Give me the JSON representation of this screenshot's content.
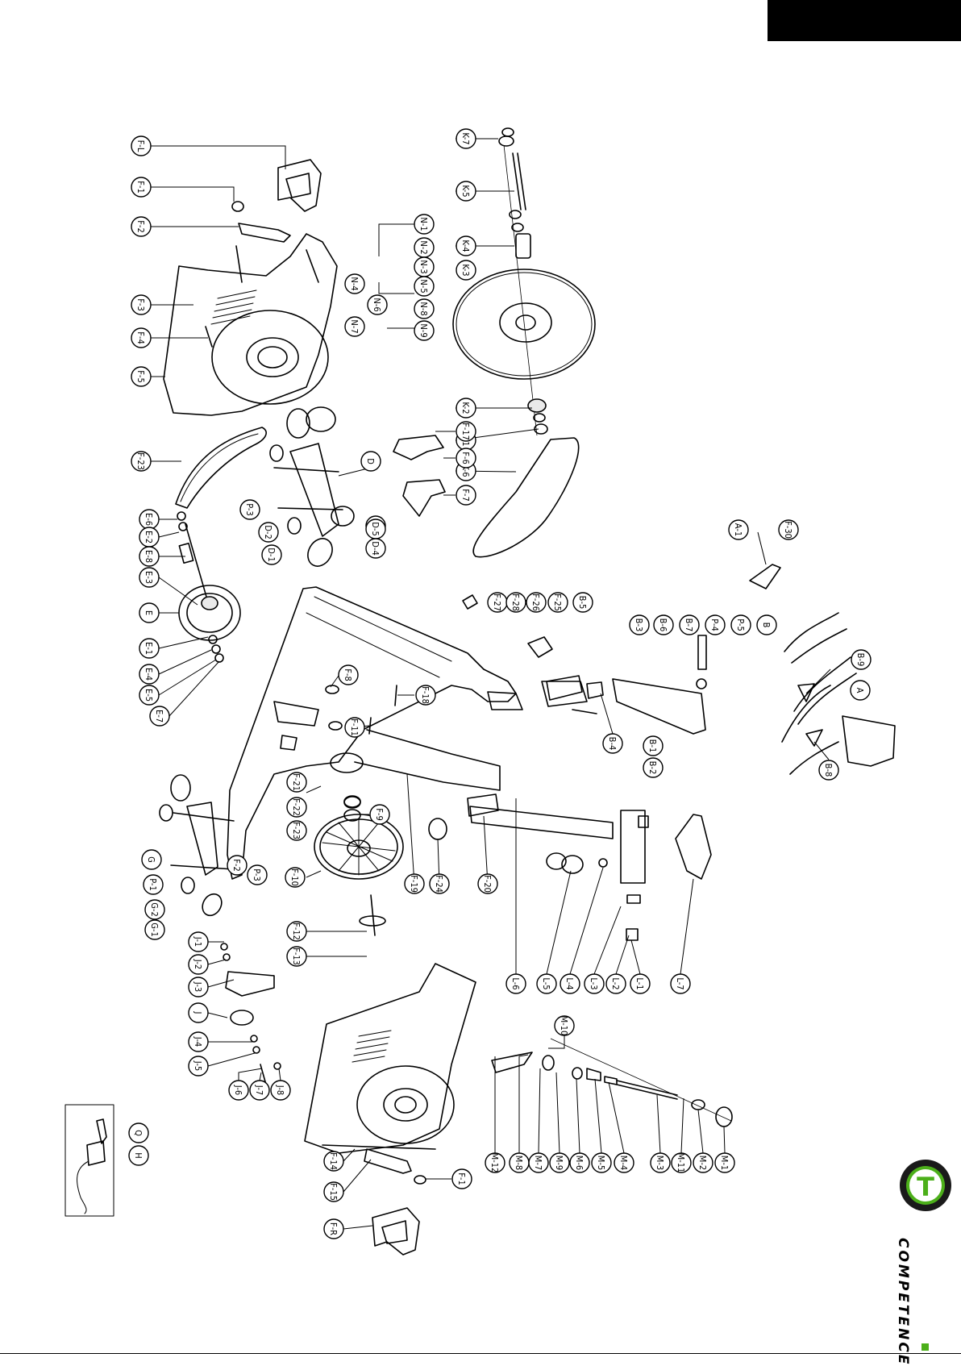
{
  "brand": {
    "logo_letter": "T",
    "name": "COMPETENCE",
    "colors": {
      "green": "#4caf1a",
      "dark": "#1a1a1a"
    }
  },
  "callouts": [
    {
      "label": "F-L"
    },
    {
      "label": "F-1"
    },
    {
      "label": "F-2"
    },
    {
      "label": "F-3"
    },
    {
      "label": "F-4"
    },
    {
      "label": "F-5"
    },
    {
      "label": "F-23"
    },
    {
      "label": "E-6"
    },
    {
      "label": "E-2"
    },
    {
      "label": "E-8"
    },
    {
      "label": "E-3"
    },
    {
      "label": "E"
    },
    {
      "label": "E-1"
    },
    {
      "label": "E-4"
    },
    {
      "label": "E-5"
    },
    {
      "label": "E-7"
    },
    {
      "label": "N-1"
    },
    {
      "label": "N-2"
    },
    {
      "label": "N-3"
    },
    {
      "label": "N-4"
    },
    {
      "label": "N-5"
    },
    {
      "label": "N-6"
    },
    {
      "label": "N-7"
    },
    {
      "label": "N-8"
    },
    {
      "label": "N-9"
    },
    {
      "label": "K-7"
    },
    {
      "label": "K-5"
    },
    {
      "label": "K-4"
    },
    {
      "label": "K-3"
    },
    {
      "label": "K-2"
    },
    {
      "label": "K-1"
    },
    {
      "label": "K-6"
    },
    {
      "label": "F-17"
    },
    {
      "label": "F-6"
    },
    {
      "label": "F-7"
    },
    {
      "label": "D"
    },
    {
      "label": "P-3"
    },
    {
      "label": "D-2"
    },
    {
      "label": "D-1"
    },
    {
      "label": "D-3"
    },
    {
      "label": "D-5"
    },
    {
      "label": "D-4"
    },
    {
      "label": "A-1"
    },
    {
      "label": "F-30"
    },
    {
      "label": "F-27"
    },
    {
      "label": "F-28"
    },
    {
      "label": "F-26"
    },
    {
      "label": "F-25"
    },
    {
      "label": "B-5"
    },
    {
      "label": "B-3"
    },
    {
      "label": "B-6"
    },
    {
      "label": "B-7"
    },
    {
      "label": "P-4"
    },
    {
      "label": "P-5"
    },
    {
      "label": "B"
    },
    {
      "label": "B-9"
    },
    {
      "label": "A"
    },
    {
      "label": "B-8"
    },
    {
      "label": "B-4"
    },
    {
      "label": "B-1"
    },
    {
      "label": "B-2"
    },
    {
      "label": "F-8"
    },
    {
      "label": "F-18"
    },
    {
      "label": "F-11"
    },
    {
      "label": "F-21"
    },
    {
      "label": "F-22"
    },
    {
      "label": "F-23"
    },
    {
      "label": "F-9"
    },
    {
      "label": "F-10"
    },
    {
      "label": "F-19"
    },
    {
      "label": "F-24"
    },
    {
      "label": "F-20"
    },
    {
      "label": "G"
    },
    {
      "label": "P-1"
    },
    {
      "label": "G-2"
    },
    {
      "label": "G-1"
    },
    {
      "label": "F-2"
    },
    {
      "label": "P-3"
    },
    {
      "label": "F-12"
    },
    {
      "label": "F-13"
    },
    {
      "label": "L-6"
    },
    {
      "label": "L-5"
    },
    {
      "label": "L-4"
    },
    {
      "label": "L-3"
    },
    {
      "label": "L-2"
    },
    {
      "label": "L-1"
    },
    {
      "label": "L-7"
    },
    {
      "label": "J-1"
    },
    {
      "label": "J-2"
    },
    {
      "label": "J-3"
    },
    {
      "label": "J"
    },
    {
      "label": "J-4"
    },
    {
      "label": "J-5"
    },
    {
      "label": "J-6"
    },
    {
      "label": "J-7"
    },
    {
      "label": "J-8"
    },
    {
      "label": "M-10"
    },
    {
      "label": "M-12"
    },
    {
      "label": "M-8"
    },
    {
      "label": "M-7"
    },
    {
      "label": "M-9"
    },
    {
      "label": "M-6"
    },
    {
      "label": "M-5"
    },
    {
      "label": "M-4"
    },
    {
      "label": "M-3"
    },
    {
      "label": "M-11"
    },
    {
      "label": "M-2"
    },
    {
      "label": "M-1"
    },
    {
      "label": "F-14"
    },
    {
      "label": "F-15"
    },
    {
      "label": "F-R"
    },
    {
      "label": "F-1"
    },
    {
      "label": "Q"
    },
    {
      "label": "H"
    }
  ]
}
